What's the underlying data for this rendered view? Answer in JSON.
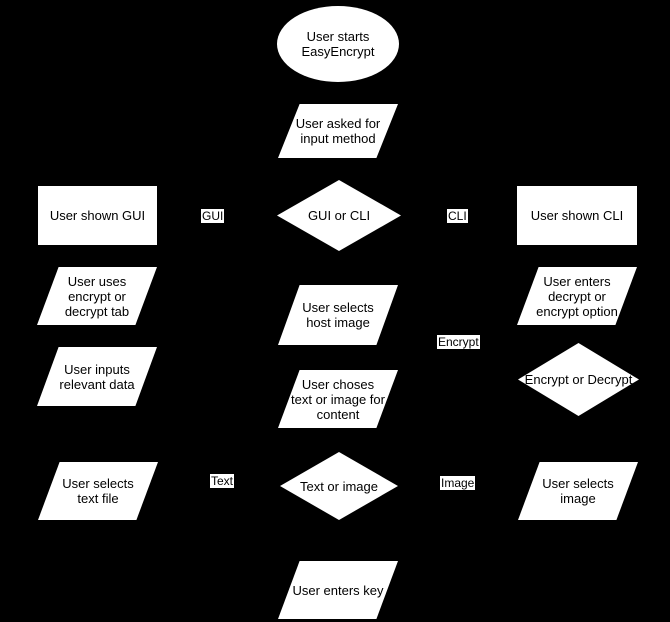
{
  "colors": {
    "background": "#000000",
    "node_fill": "#ffffff",
    "node_text": "#000000",
    "edge_label_bg": "#ffffff",
    "edge_label_text": "#000000"
  },
  "flowchart": {
    "nodes": [
      {
        "id": "start",
        "type": "terminator",
        "label": "User starts\nEasyEncrypt"
      },
      {
        "id": "ask-input-method",
        "type": "input-output",
        "label": "User asked for\ninput method"
      },
      {
        "id": "gui-or-cli",
        "type": "decision",
        "label": "GUI or CLI"
      },
      {
        "id": "user-shown-gui",
        "type": "process",
        "label": "User shown GUI"
      },
      {
        "id": "user-shown-cli",
        "type": "process",
        "label": "User shown CLI"
      },
      {
        "id": "uses-encrypt-decrypt-tab",
        "type": "input-output",
        "label": "User uses\nencrypt or\ndecrypt tab"
      },
      {
        "id": "enters-decrypt-encrypt-option",
        "type": "input-output",
        "label": "User enters\ndecrypt or\nencrypt option"
      },
      {
        "id": "inputs-relevant-data",
        "type": "input-output",
        "label": "User inputs\nrelevant data"
      },
      {
        "id": "selects-host-image",
        "type": "input-output",
        "label": "User selects\nhost image"
      },
      {
        "id": "encrypt-or-decrypt",
        "type": "decision",
        "label": "Encrypt or Decrypt"
      },
      {
        "id": "choses-content",
        "type": "input-output",
        "label": "User choses\ntext or image for\ncontent"
      },
      {
        "id": "selects-text-file",
        "type": "input-output",
        "label": "User selects\ntext file"
      },
      {
        "id": "text-or-image",
        "type": "decision",
        "label": "Text or image"
      },
      {
        "id": "selects-image",
        "type": "input-output",
        "label": "User selects\nimage"
      },
      {
        "id": "enters-key",
        "type": "input-output",
        "label": "User enters key"
      }
    ],
    "edge_labels": [
      {
        "id": "gui",
        "label": "GUI"
      },
      {
        "id": "cli",
        "label": "CLI"
      },
      {
        "id": "encrypt",
        "label": "Encrypt"
      },
      {
        "id": "text",
        "label": "Text"
      },
      {
        "id": "image",
        "label": "Image"
      }
    ]
  }
}
